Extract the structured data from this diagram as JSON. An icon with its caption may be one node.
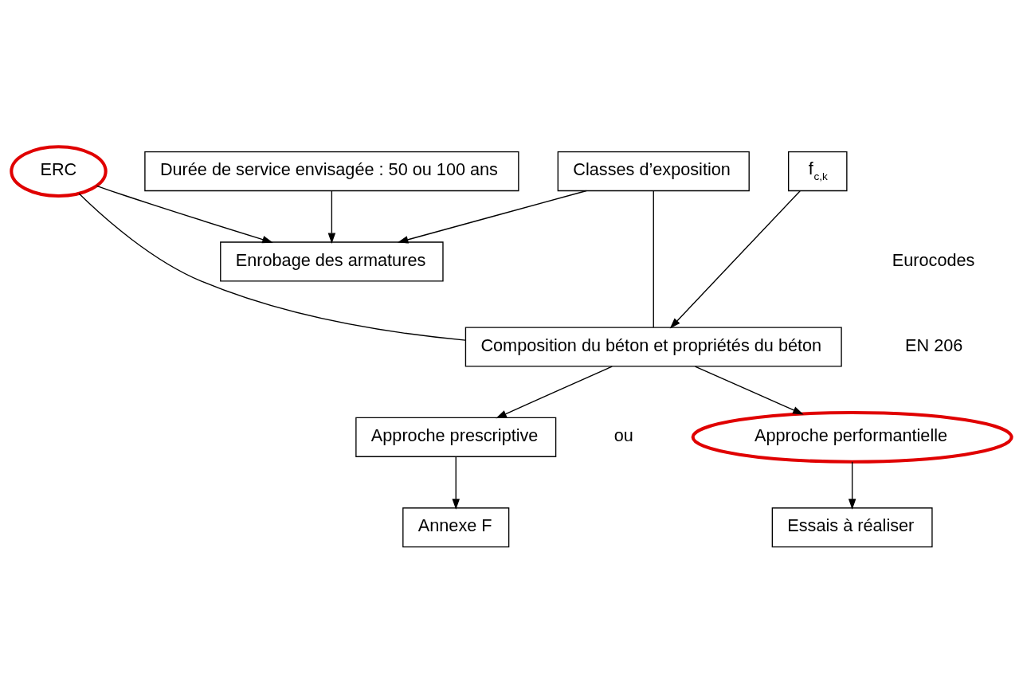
{
  "diagram": {
    "nodes": [
      {
        "text": [
          "Classes d’exposition"
        ]
      },
      {
        "text": [
          "Durée de service envisagée : 50 ou 100 ans"
        ]
      },
      {
        "text": [
          "ERC"
        ]
      },
      {
        "text": [
          "f$_{c,k}$"
        ]
      },
      {
        "text": [
          "Enrobage des armatures"
        ]
      },
      {
        "text": [
          "Composition du béton et propriétés du béton"
        ]
      },
      {
        "text": [
          "Approche prescriptive"
        ]
      },
      {
        "text": [
          "Approche performantielle"
        ]
      },
      {
        "text": [
          "Annexe F"
        ]
      },
      {
        "text": [
          "Essais à réaliser"
        ]
      }
    ],
    "edges": [
      {
        "from": 0,
        "to": 4,
        "arrow": "to"
      },
      {
        "from": 1,
        "to": 4,
        "arrow": "to"
      },
      {
        "from": 2,
        "to": 4,
        "arrow": "to"
      },
      {
        "from": 0,
        "to": 5,
        "arrow": "none"
      },
      {
        "from": 2,
        "to": 5,
        "arrow": "none"
      },
      {
        "from": 3,
        "to": 5,
        "arrow": "to"
      },
      {
        "from": 5,
        "to": 6,
        "arrow": "to"
      },
      {
        "from": 5,
        "to": 7,
        "arrow": "to"
      },
      {
        "from": 6,
        "to": 8,
        "arrow": "to"
      },
      {
        "from": 7,
        "to": 9,
        "arrow": "to"
      }
    ],
    "labels": [
      "Eurocodes",
      "EN 206",
      "ou"
    ]
  }
}
